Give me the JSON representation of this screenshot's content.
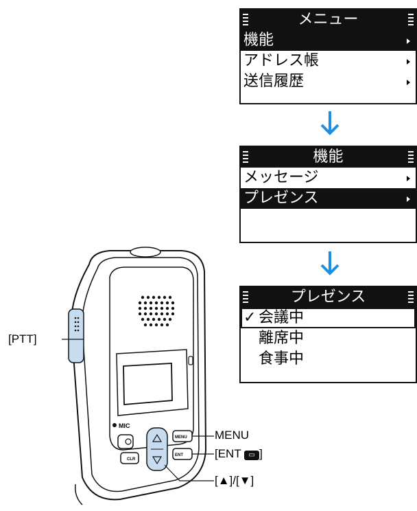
{
  "screens": [
    {
      "title": "メニュー",
      "items": [
        {
          "label": "機能",
          "selected": true,
          "arrow": true
        },
        {
          "label": "アドレス帳",
          "selected": false,
          "arrow": true
        },
        {
          "label": "送信履歴",
          "selected": false,
          "arrow": true
        }
      ]
    },
    {
      "title": "機能",
      "items": [
        {
          "label": "メッセージ",
          "selected": false,
          "arrow": true
        },
        {
          "label": "プレゼンス",
          "selected": true,
          "arrow": true
        }
      ]
    },
    {
      "title": "プレゼンス",
      "items": [
        {
          "label": "会議中",
          "check": "✓",
          "selected": false
        },
        {
          "label": "離席中",
          "check": "",
          "selected": false
        },
        {
          "label": "食事中",
          "check": "",
          "selected": false
        }
      ]
    }
  ],
  "device": {
    "mic_label": "MIC",
    "menu_key": "MENU",
    "ent_key": "ENT",
    "clr_key": "CLR"
  },
  "callouts": {
    "ptt": "[PTT]",
    "menu": "MENU",
    "ent": "[ENT",
    "ent_close": "]",
    "updown": "[▲]/[▼]"
  },
  "colors": {
    "arrow": "#1e90e0",
    "key_blue": "#c7dcef",
    "dark": "#111111"
  }
}
